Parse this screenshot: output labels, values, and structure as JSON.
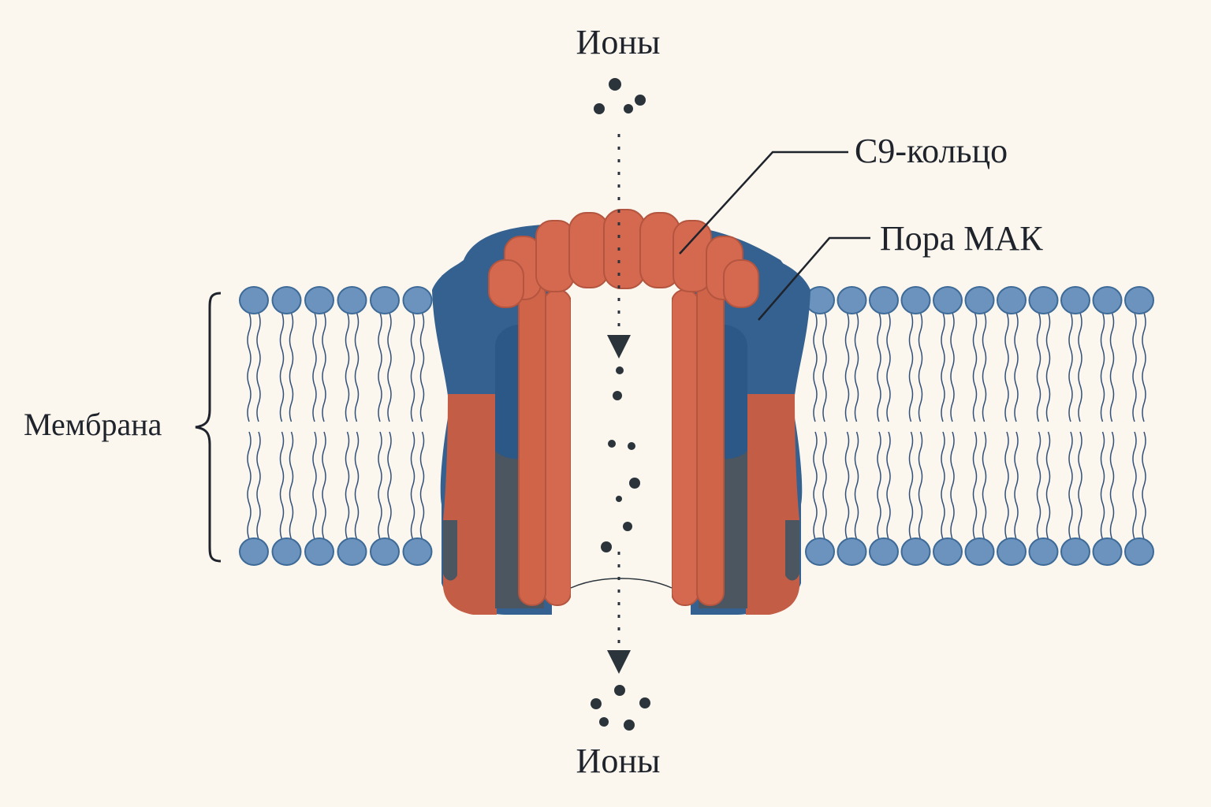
{
  "labels": {
    "ions_top": "Ионы",
    "ions_bottom": "Ионы",
    "c9_ring": "C9-кольцо",
    "mac_pore": "Пора МАК",
    "membrane": "Мембрана"
  },
  "colors": {
    "background": "#fbf7ee",
    "lipid_head": "#6b93bd",
    "lipid_head_stroke": "#3e6a97",
    "lipid_tail": "#33507a",
    "c9_orange": "#d4694f",
    "c9_orange_dark": "#b45540",
    "mac_blue": "#34618f",
    "mac_blue_dark": "#264d75",
    "mac_slate": "#4b5660",
    "ion": "#2b333b",
    "text": "#1f232b"
  }
}
